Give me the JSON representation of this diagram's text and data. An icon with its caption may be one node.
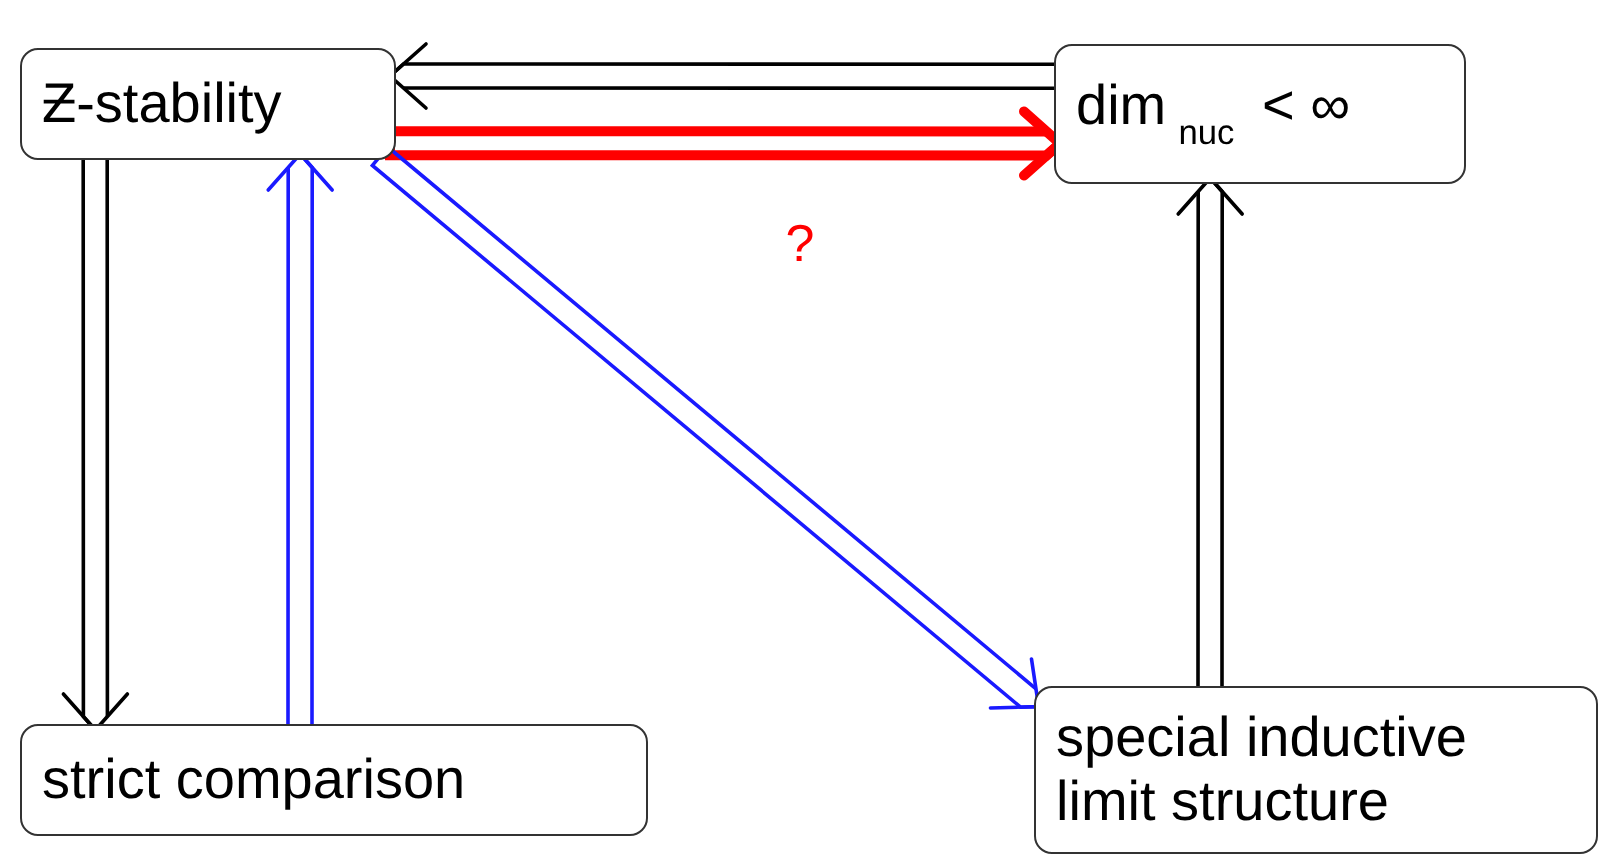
{
  "diagram": {
    "nodes": [
      {
        "text": [
          "Ƶ-stability"
        ]
      },
      {
        "text": [
          "dim$_{nuc}$ < ∞"
        ]
      },
      {
        "text": [
          "strict comparison"
        ]
      },
      {
        "text": [
          "special inductive limit structure"
        ]
      }
    ],
    "edges": [
      {
        "from": 1,
        "to": 0,
        "arrow": "to"
      },
      {
        "from": 0,
        "to": 1,
        "arrow": "to",
        "label": "?",
        "style": "thick",
        "color": "#ff0000"
      },
      {
        "from": 0,
        "to": 2,
        "arrow": "to"
      },
      {
        "from": 2,
        "to": 0,
        "arrow": "to",
        "color": "#1a1aff"
      },
      {
        "from": 0,
        "to": 3,
        "arrow": "to",
        "color": "#1a1aff"
      },
      {
        "from": 3,
        "to": 1,
        "arrow": "to"
      }
    ]
  }
}
